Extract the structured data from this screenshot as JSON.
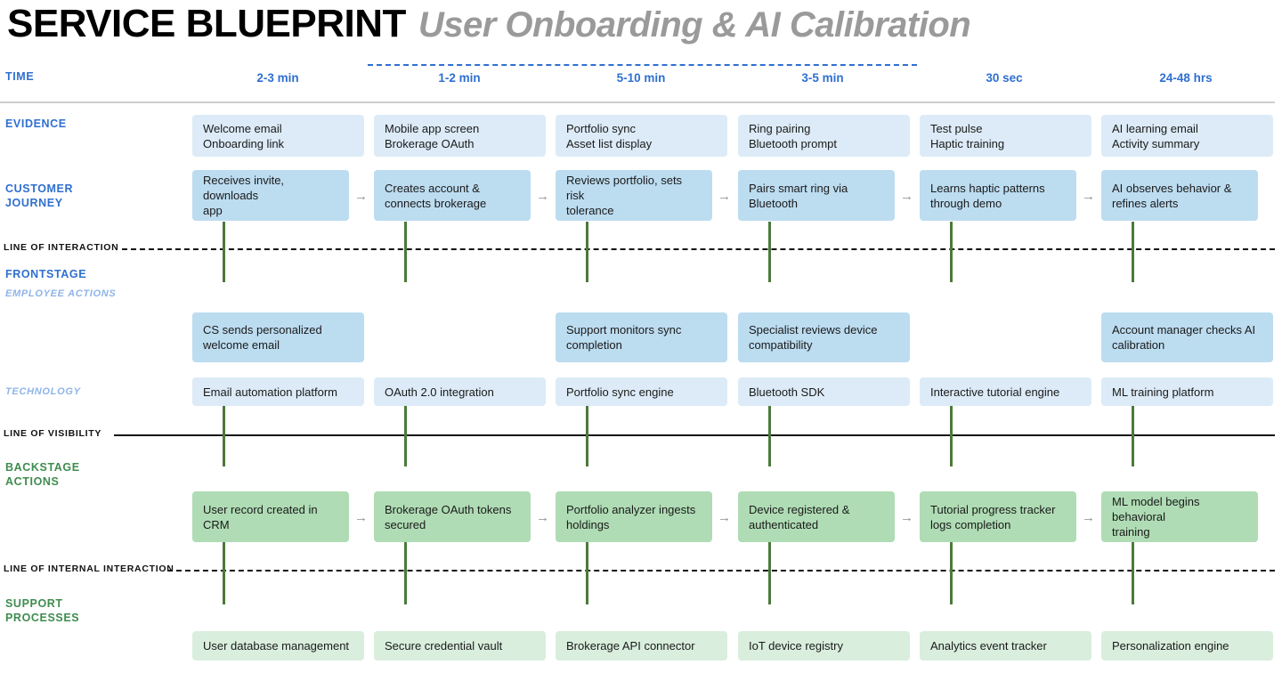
{
  "title": {
    "main": "SERVICE BLUEPRINT",
    "sub": "User Onboarding & AI Calibration"
  },
  "row_labels": {
    "time": "TIME",
    "evidence": "EVIDENCE",
    "customer_journey_l1": "CUSTOMER",
    "customer_journey_l2": "JOURNEY",
    "line_of_interaction": "LINE OF INTERACTION",
    "frontstage": "FRONTSTAGE",
    "employee_actions": "EMPLOYEE ACTIONS",
    "technology": "TECHNOLOGY",
    "line_of_visibility": "LINE OF VISIBILITY",
    "backstage_l1": "BACKSTAGE",
    "backstage_l2": "ACTIONS",
    "line_of_internal_interaction": "LINE OF INTERNAL INTERACTION",
    "support_l1": "SUPPORT",
    "support_l2": "PROCESSES"
  },
  "colors": {
    "accent_blue": "#2f6fd0",
    "accent_green": "#3f8c4f",
    "evidence_bg": "#dcebf7",
    "journey_bg": "#bcdcf0",
    "frontstage_bg": "#bcdcf0",
    "technology_bg": "#dcebf7",
    "backstage_bg": "#afdcb4",
    "support_bg": "#d9eedd",
    "connector_green": "#4b7a3a",
    "line_black": "#111111",
    "title_sub_grey": "#9a9a9a"
  },
  "time_values": [
    "2-3 min",
    "1-2 min",
    "5-10 min",
    "3-5 min",
    "30 sec",
    "24-48 hrs"
  ],
  "evidence": [
    {
      "line1": "Welcome email",
      "line2": "Onboarding link"
    },
    {
      "line1": "Mobile app screen",
      "line2": "Brokerage OAuth"
    },
    {
      "line1": "Portfolio sync",
      "line2": "Asset list display"
    },
    {
      "line1": "Ring pairing",
      "line2": "Bluetooth prompt"
    },
    {
      "line1": "Test pulse",
      "line2": "Haptic training"
    },
    {
      "line1": "AI learning email",
      "line2": "Activity summary"
    }
  ],
  "customer_journey": [
    {
      "line1": "Receives invite, downloads",
      "line2": "app"
    },
    {
      "line1": "Creates account &",
      "line2": "connects brokerage"
    },
    {
      "line1": "Reviews portfolio, sets risk",
      "line2": "tolerance"
    },
    {
      "line1": "Pairs smart ring via",
      "line2": "Bluetooth"
    },
    {
      "line1": "Learns haptic patterns",
      "line2": "through demo"
    },
    {
      "line1": "AI observes behavior &",
      "line2": "refines alerts"
    }
  ],
  "employee_actions": [
    {
      "line1": "CS sends personalized",
      "line2": "welcome email"
    },
    null,
    {
      "line1": "Support monitors sync",
      "line2": "completion"
    },
    {
      "line1": "Specialist reviews device",
      "line2": "compatibility"
    },
    null,
    {
      "line1": "Account manager checks AI",
      "line2": "calibration"
    }
  ],
  "technology": [
    "Email automation platform",
    "OAuth 2.0 integration",
    "Portfolio sync engine",
    "Bluetooth SDK",
    "Interactive tutorial engine",
    "ML training platform"
  ],
  "backstage_actions": [
    {
      "line1": "User record created in",
      "line2": "CRM"
    },
    {
      "line1": "Brokerage OAuth tokens",
      "line2": "secured"
    },
    {
      "line1": "Portfolio analyzer ingests",
      "line2": "holdings"
    },
    {
      "line1": "Device registered &",
      "line2": "authenticated"
    },
    {
      "line1": "Tutorial progress tracker",
      "line2": "logs completion"
    },
    {
      "line1": "ML model begins behavioral",
      "line2": "training"
    }
  ],
  "support_processes": [
    "User database management",
    "Secure credential vault",
    "Brokerage API connector",
    "IoT device registry",
    "Analytics event tracker",
    "Personalization engine"
  ],
  "arrow_glyph": "→"
}
